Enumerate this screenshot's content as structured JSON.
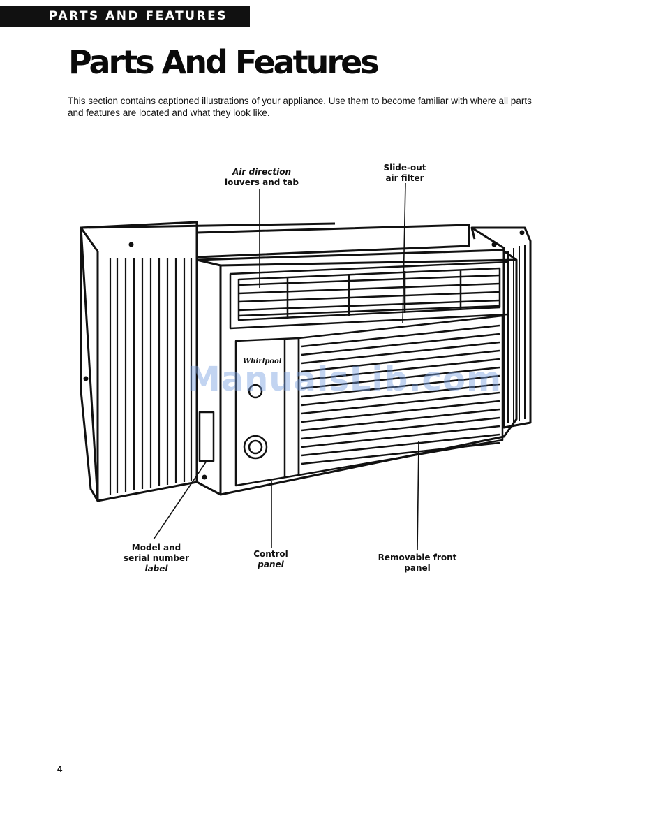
{
  "header": {
    "section_tab": "PARTS AND FEATURES",
    "title": "Parts And Features"
  },
  "intro": "This section contains captioned illustrations of your appliance. Use them to become familiar with where all parts and features are located and what they look like.",
  "callouts": {
    "louvers": {
      "line1": "Air direction",
      "line2": "louvers and tab"
    },
    "filter": {
      "line1": "Slide-out",
      "line2": "air filter"
    },
    "model_label": {
      "line1": "Model and",
      "line2": "serial number",
      "line3": "label"
    },
    "control_panel": {
      "line1": "Control",
      "line2": "panel"
    },
    "front_panel": {
      "line1": "Removable front",
      "line2": "panel"
    }
  },
  "brand_logo": "Whirlpool",
  "watermark": "ManualsLib.com",
  "page_number": "4"
}
